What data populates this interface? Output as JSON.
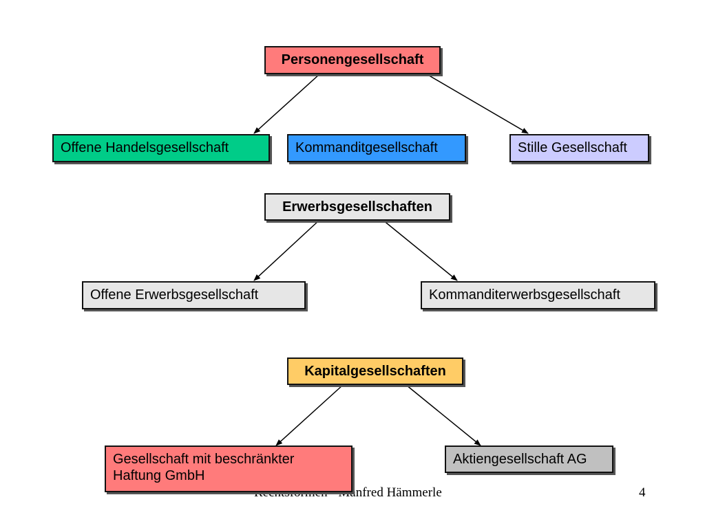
{
  "colors": {
    "personengesellschaft": "#ff7b7b",
    "ohg": "#00cc88",
    "kg": "#3399ff",
    "stille": "#ccccff",
    "grey_light": "#e6e6e6",
    "kapital": "#ffcc66",
    "gmbh": "#ff7b7b",
    "ag": "#c0c0c0"
  },
  "diagram": {
    "personen": {
      "title": "Personengesellschaft",
      "children": [
        "Offene Handelsgesellschaft",
        "Kommanditgesellschaft",
        "Stille Gesellschaft"
      ]
    },
    "erwerb": {
      "title": "Erwerbsgesellschaften",
      "children": [
        "Offene Erwerbsgesellschaft",
        "Kommanditerwerbsgesellschaft"
      ]
    },
    "kapital": {
      "title": "Kapitalgesellschaften",
      "gmbh_line1": "Gesellschaft mit beschränkter",
      "gmbh_line2": "Haftung GmbH",
      "ag": "Aktiengesellschaft AG"
    }
  },
  "footer": {
    "text": "Rechtsformen - Manfred Hämmerle",
    "page": "4"
  }
}
